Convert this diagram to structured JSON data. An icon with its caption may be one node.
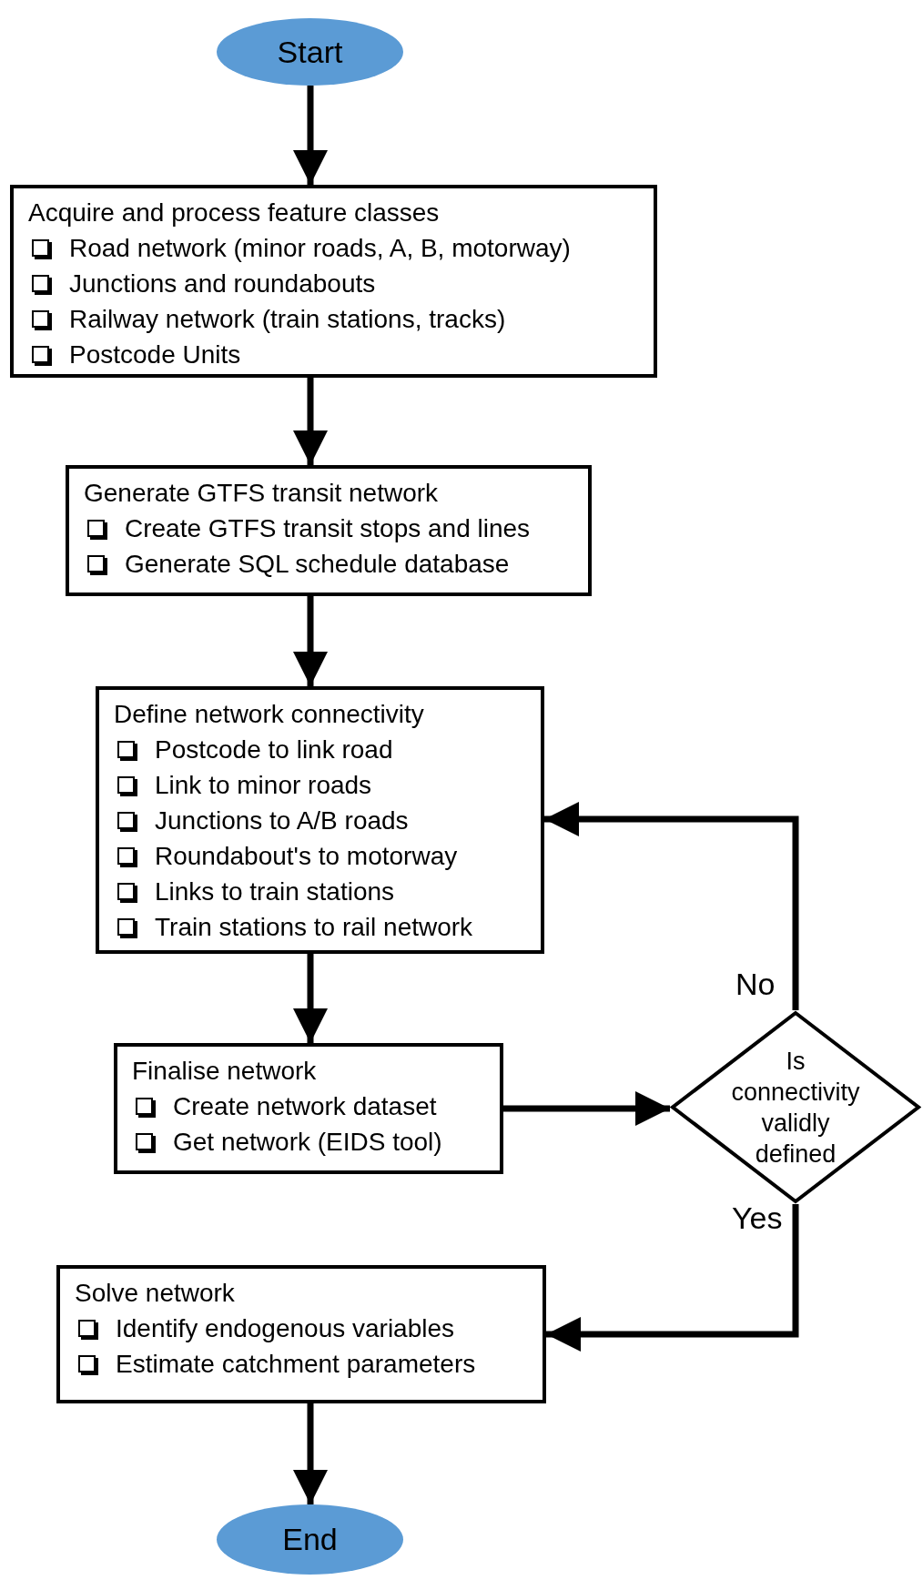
{
  "diagram": {
    "nodes": [
      {
        "text": [
          "Start"
        ]
      },
      {
        "text": [
          "Acquire and process feature classes",
          "Road network (minor roads, A, B, motorway)",
          "Junctions and roundabouts",
          "Railway network (train stations, tracks)",
          "Postcode Units"
        ]
      },
      {
        "text": [
          "Generate GTFS transit network",
          "Create GTFS transit stops and lines",
          "Generate SQL schedule database"
        ]
      },
      {
        "text": [
          "Define network connectivity",
          "Postcode to link road",
          "Link to minor roads",
          "Junctions to A/B roads",
          "Roundabout's to motorway",
          "Links to train stations",
          "Train stations to rail network"
        ]
      },
      {
        "text": [
          "Finalise network",
          "Create network dataset",
          "Get network (EIDS tool)"
        ]
      },
      {
        "text": [
          "Is connectivity validly defined"
        ]
      },
      {
        "text": [
          "Solve network",
          "Identify endogenous variables",
          "Estimate catchment parameters"
        ]
      },
      {
        "text": [
          "End"
        ]
      }
    ],
    "edges": [
      {
        "from": 0,
        "to": 1,
        "arrow": "to"
      },
      {
        "from": 1,
        "to": 2,
        "arrow": "to"
      },
      {
        "from": 2,
        "to": 3,
        "arrow": "to"
      },
      {
        "from": 3,
        "to": 4,
        "arrow": "to"
      },
      {
        "from": 4,
        "to": 5,
        "arrow": "to"
      },
      {
        "from": 5,
        "to": 3,
        "arrow": "to",
        "label": "No"
      },
      {
        "from": 5,
        "to": 6,
        "arrow": "to",
        "label": "Yes"
      },
      {
        "from": 6,
        "to": 7,
        "arrow": "to"
      }
    ]
  }
}
